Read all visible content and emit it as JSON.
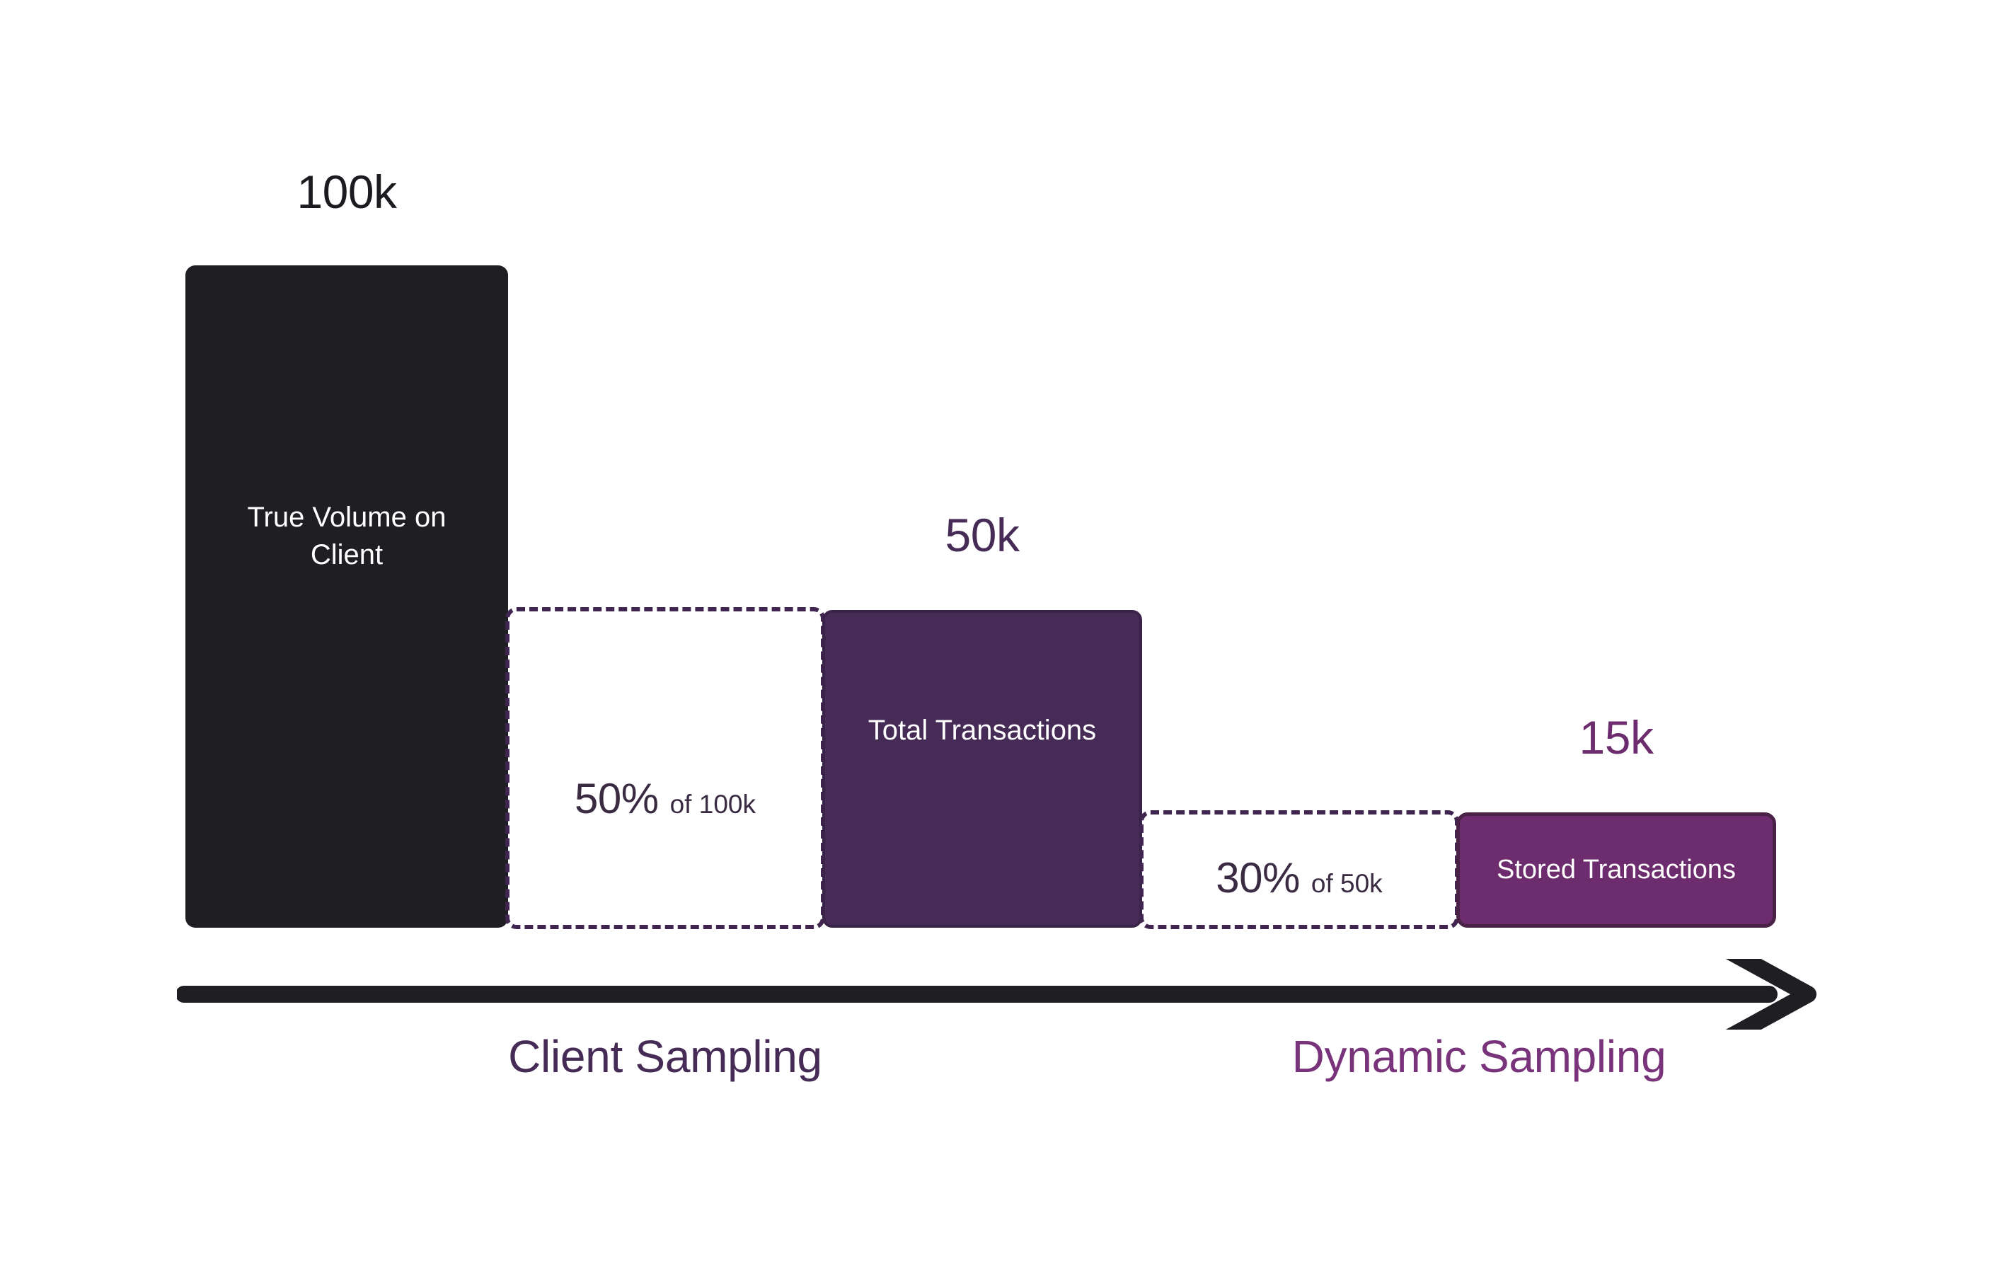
{
  "chart_data": {
    "type": "bar",
    "title": "",
    "subtitle": "",
    "xlabel": "",
    "ylabel": "",
    "categories": [
      "True Volume on Client",
      "Total Transactions",
      "Stored Transactions"
    ],
    "values": [
      100000,
      50000,
      15000
    ],
    "value_labels": [
      "100k",
      "50k",
      "15k"
    ],
    "reductions": [
      {
        "percent": "50%",
        "of": "of 100k",
        "from": 100000,
        "to": 50000,
        "rate": 0.5,
        "stage": "Client Sampling"
      },
      {
        "percent": "30%",
        "of": "of 50k",
        "from": 50000,
        "to": 15000,
        "rate": 0.3,
        "stage": "Dynamic Sampling"
      }
    ],
    "stages": [
      "Client Sampling",
      "Dynamic Sampling"
    ],
    "grid": false,
    "legend": "none",
    "colors": {
      "bar1": "#1f1f23",
      "bar2": "#452b56",
      "bar3": "#6d2c6d",
      "dashed_border": "#3f2550",
      "arrow": "#1f1f23",
      "stage_client": "#452b56",
      "stage_dynamic": "#78337a",
      "label_100k": "#1c1c20",
      "label_50k": "#452b56",
      "label_15k": "#6d2c6d",
      "background": "#ffffff",
      "bar_text": "#ffffff",
      "pct_text": "#3a2b42"
    }
  },
  "bars": [
    {
      "id": "true-volume",
      "label": "True Volume on Client",
      "value_label": "100k"
    },
    {
      "id": "total-transactions",
      "label": "Total Transactions",
      "value_label": "50k"
    },
    {
      "id": "stored-transactions",
      "label": "Stored Transactions",
      "value_label": "15k"
    }
  ],
  "reductions": [
    {
      "id": "client",
      "percent": "50%",
      "base": "of 100k"
    },
    {
      "id": "dynamic",
      "percent": "30%",
      "base": "of 50k"
    }
  ],
  "axis": {
    "icon": "right-arrow-icon",
    "stages": [
      {
        "id": "client",
        "label": "Client Sampling"
      },
      {
        "id": "dynamic",
        "label": "Dynamic Sampling"
      }
    ]
  }
}
